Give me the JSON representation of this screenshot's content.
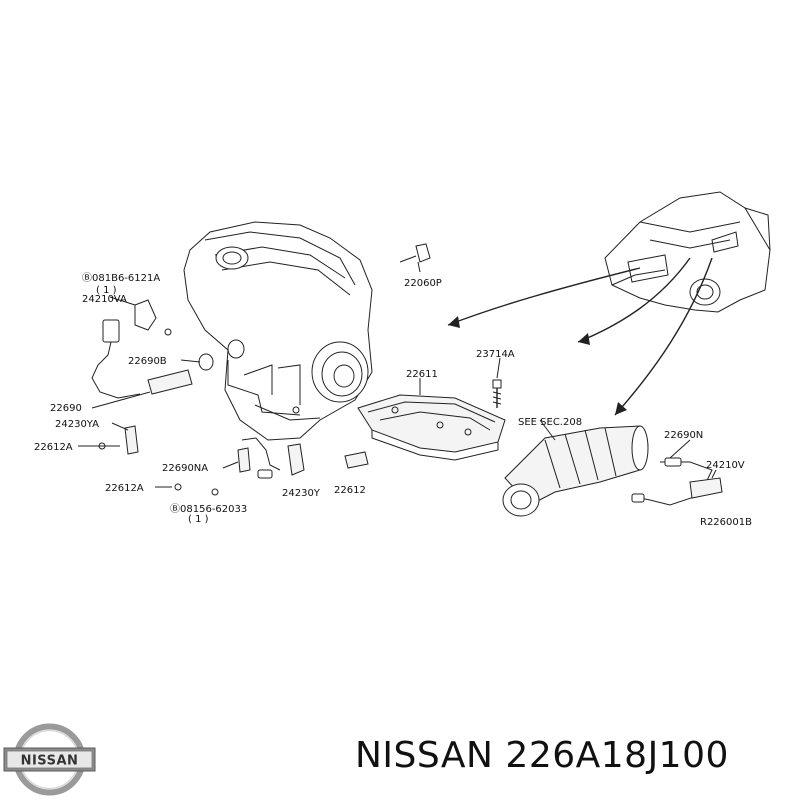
{
  "diagram": {
    "labels": {
      "bolt_081b6": "Ⓑ081B6-6121A",
      "bolt_081b6_qty": "( 1 )",
      "lbl_24210va": "24210VA",
      "lbl_22690b": "22690B",
      "lbl_22690": "22690",
      "lbl_24230ya": "24230YA",
      "lbl_22612a_top": "22612A",
      "lbl_22690na": "22690NA",
      "lbl_22612a_bottom": "22612A",
      "bolt_08156": "Ⓑ08156-62033",
      "bolt_08156_qty": "( 1 )",
      "lbl_24230y": "24230Y",
      "lbl_22612": "22612",
      "lbl_22611": "22611",
      "lbl_23714a": "23714A",
      "lbl_22060p": "22060P",
      "see_sec": "SEE SEC.208",
      "lbl_22690n": "22690N",
      "lbl_24210v": "24210V",
      "ref_code": "R226001B"
    }
  },
  "brand": {
    "logo_text": "NISSAN",
    "caption": "NISSAN 226A18J100"
  }
}
